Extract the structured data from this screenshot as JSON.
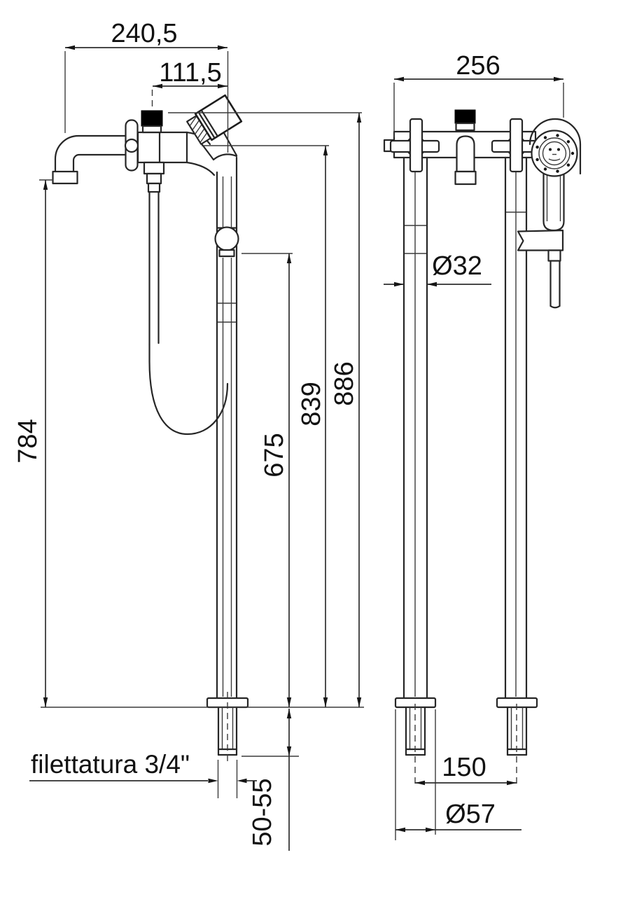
{
  "drawing": {
    "kind": "technical dimension drawing — freestanding bath mixer with hand shower",
    "side_view": {
      "dims": {
        "overall_depth": "240,5",
        "handshower_offset": "111,5",
        "spout_outlet_height": "784",
        "hose_joint_height": "675",
        "column_top_height": "839",
        "overall_height": "886",
        "floor_clearance": "50-55",
        "thread_note": "filettatura 3/4\""
      }
    },
    "front_view": {
      "dims": {
        "overall_width": "256",
        "column_diameter": "Ø32",
        "inlet_spacing": "150",
        "base_flange_diameter": "Ø57"
      }
    },
    "colors": {
      "line": "#262626",
      "dimension_line": "#2e2e2e",
      "knob_fill": "#000000",
      "background": "#ffffff"
    }
  }
}
